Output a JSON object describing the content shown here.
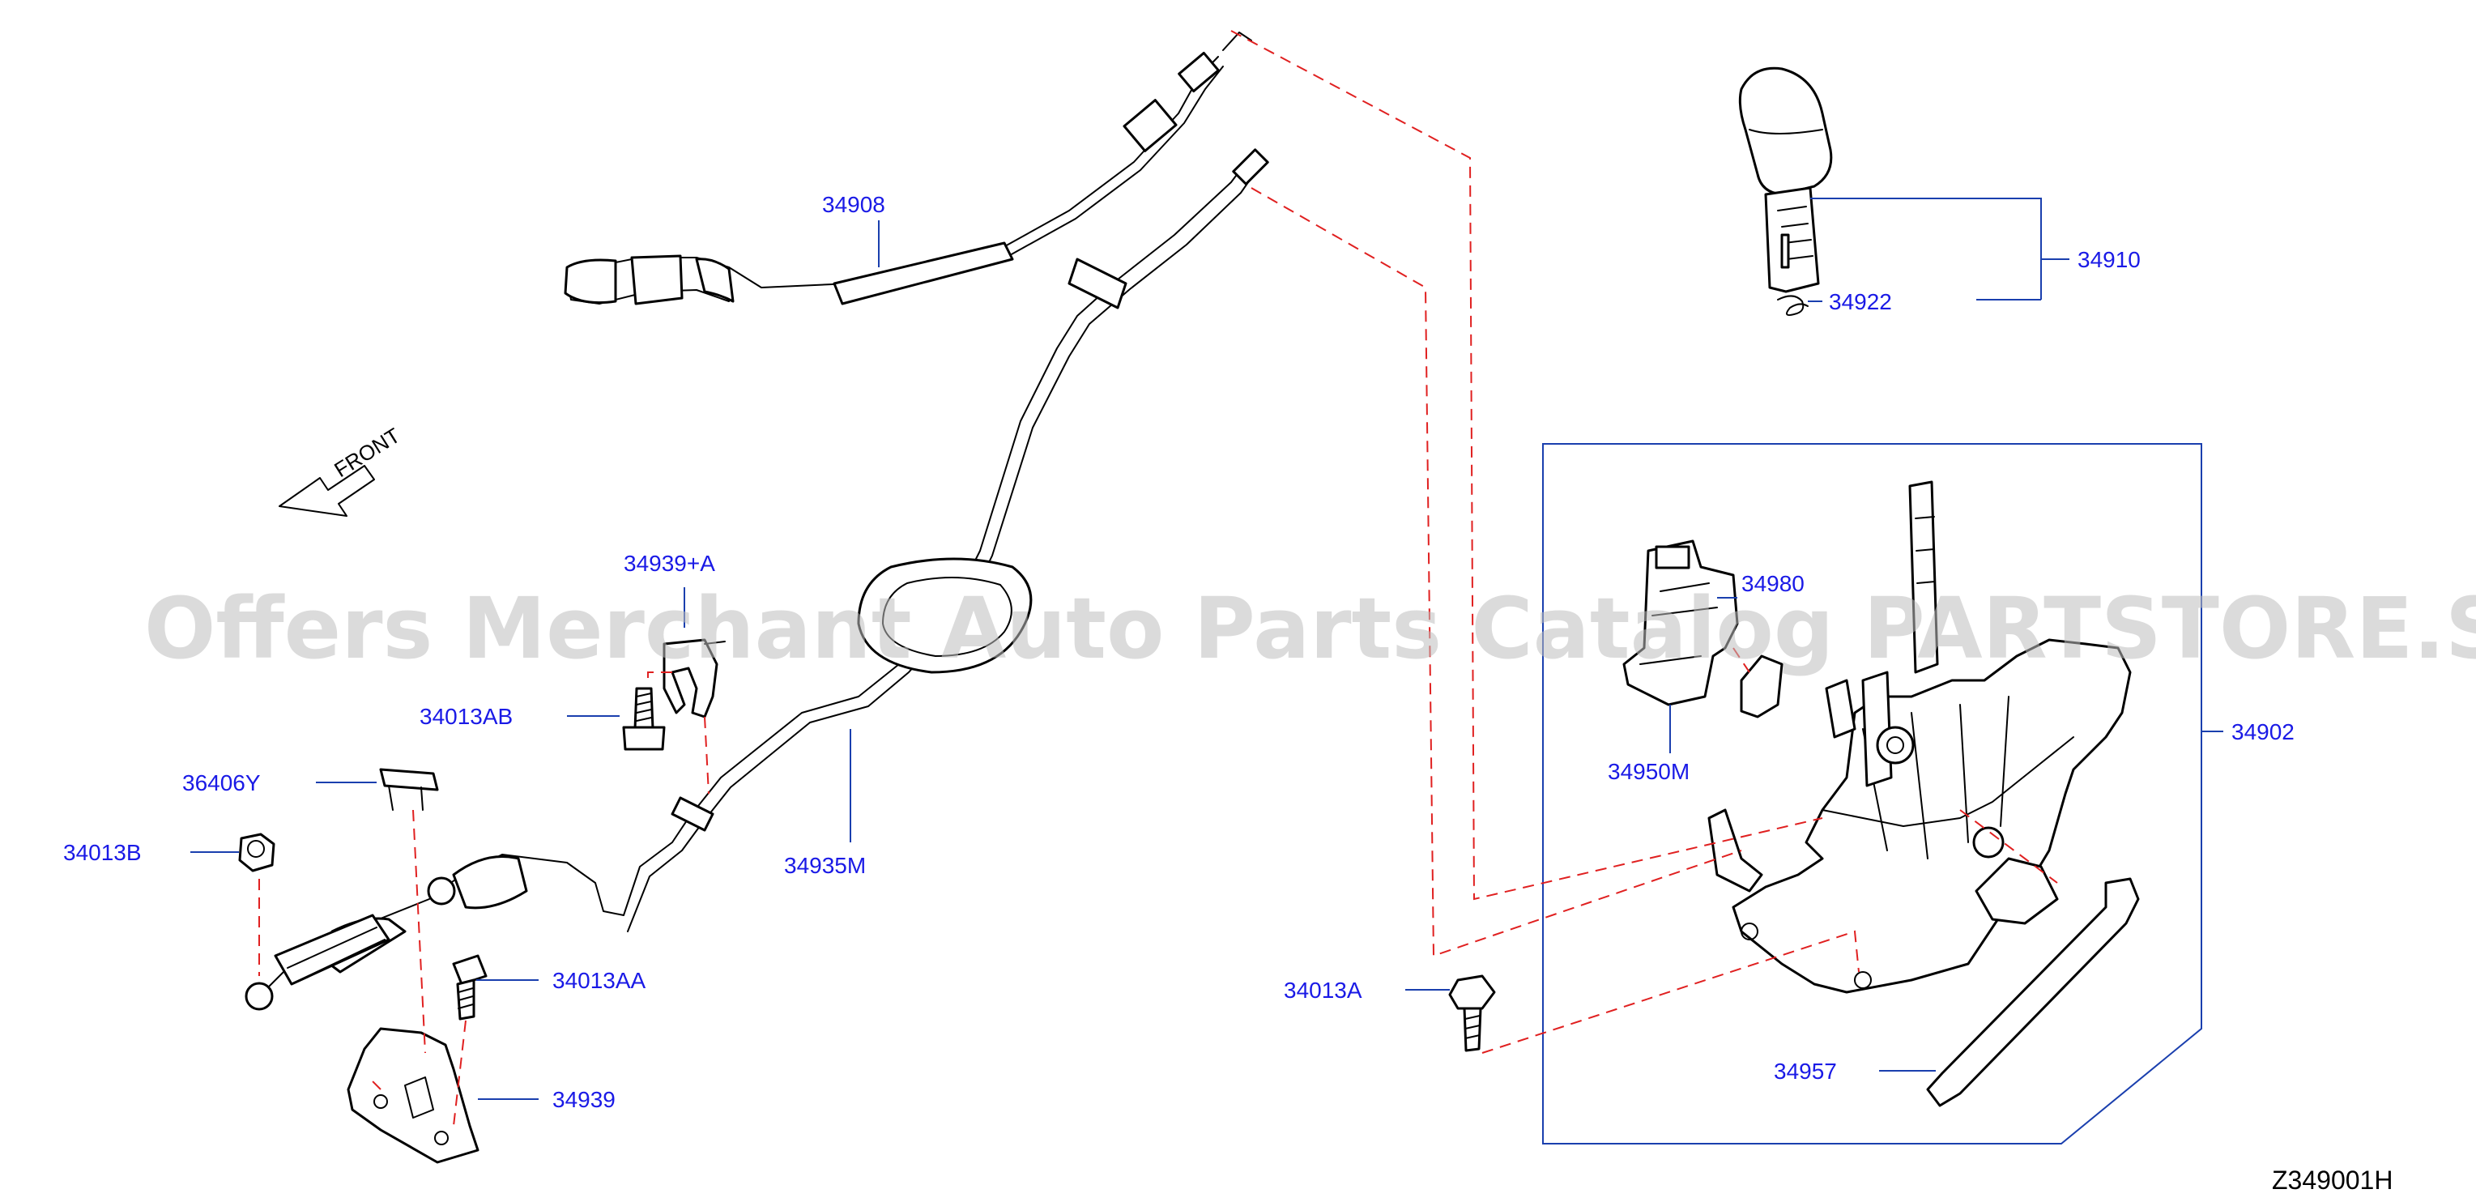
{
  "diagram_code": "Z349001H",
  "front_indicator": "FRONT",
  "watermark": "Offers Merchant Auto Parts Catalog PARTSTORE.SA",
  "parts": {
    "p34908": "34908",
    "p34910": "34910",
    "p34922": "34922",
    "p34980": "34980",
    "p34950M": "34950M",
    "p34902": "34902",
    "p34939A": "34939+A",
    "p34013AB": "34013AB",
    "p36406Y": "36406Y",
    "p34013B": "34013B",
    "p34935M": "34935M",
    "p34013AA": "34013AA",
    "p34939": "34939",
    "p34013A": "34013A",
    "p34957": "34957"
  },
  "colors": {
    "label": "#1a1ae6",
    "leader": "#1a3fae",
    "dashed_connector": "#e02020",
    "line_art": "#000000"
  }
}
